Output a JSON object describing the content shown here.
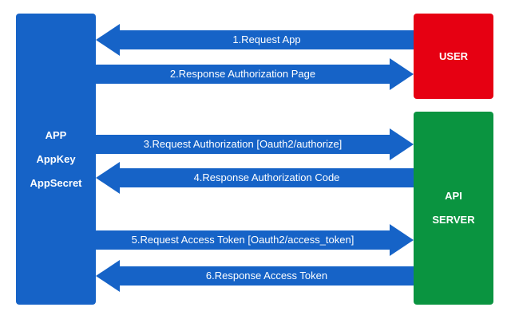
{
  "app": {
    "lines": [
      "APP",
      "AppKey",
      "AppSecret"
    ],
    "color": "#1663c7"
  },
  "user": {
    "label": "USER",
    "color": "#e60012"
  },
  "server": {
    "lines": [
      "API",
      "SERVER"
    ],
    "color": "#0a9440"
  },
  "arrow_color": "#1663c7",
  "arrows": [
    {
      "label": "1.Request App",
      "direction": "left"
    },
    {
      "label": "2.Response Authorization Page",
      "direction": "right"
    },
    {
      "label": "3.Request Authorization [Oauth2/authorize]",
      "direction": "right"
    },
    {
      "label": "4.Response Authorization Code",
      "direction": "left"
    },
    {
      "label": "5.Request Access Token [Oauth2/access_token]",
      "direction": "right"
    },
    {
      "label": "6.Response Access Token",
      "direction": "left"
    }
  ]
}
